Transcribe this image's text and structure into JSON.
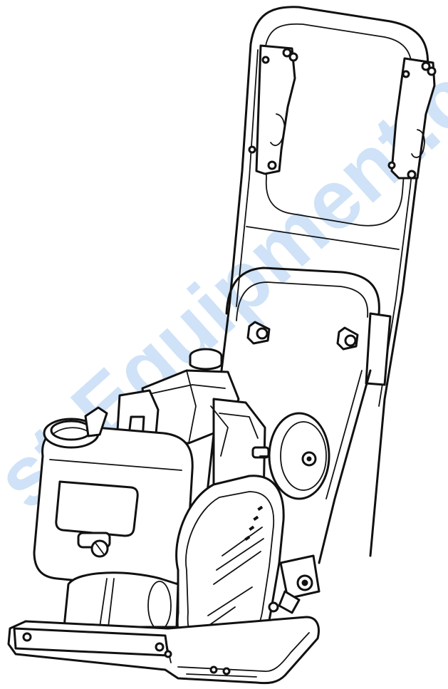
{
  "image": {
    "subject": "plate-compactor",
    "background_color": "#ffffff",
    "line_color": "#111111"
  },
  "watermark": {
    "text": "st-Equipment.com",
    "color": "#bcd6f5"
  },
  "parts": {
    "handle": "handle-frame",
    "engine": "engine",
    "fuel_tank": "fuel-tank",
    "belt_guard": "belt-guard",
    "base_plate": "base-plate",
    "transport_wheel": "transport-wheel"
  }
}
